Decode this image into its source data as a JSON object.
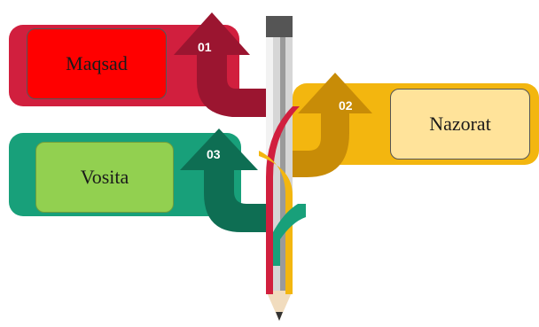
{
  "steps": [
    {
      "number": "01",
      "label": "Maqsad",
      "color": "#d11f3e",
      "arrow_color": "#9b1530",
      "box_color": "#ff0000"
    },
    {
      "number": "02",
      "label": "Nazorat",
      "color": "#f3b60f",
      "arrow_color": "#c88c07",
      "box_color": "#ffe39a"
    },
    {
      "number": "03",
      "label": "Vosita",
      "color": "#18a07a",
      "arrow_color": "#0e6e53",
      "box_color": "#92d050"
    }
  ]
}
